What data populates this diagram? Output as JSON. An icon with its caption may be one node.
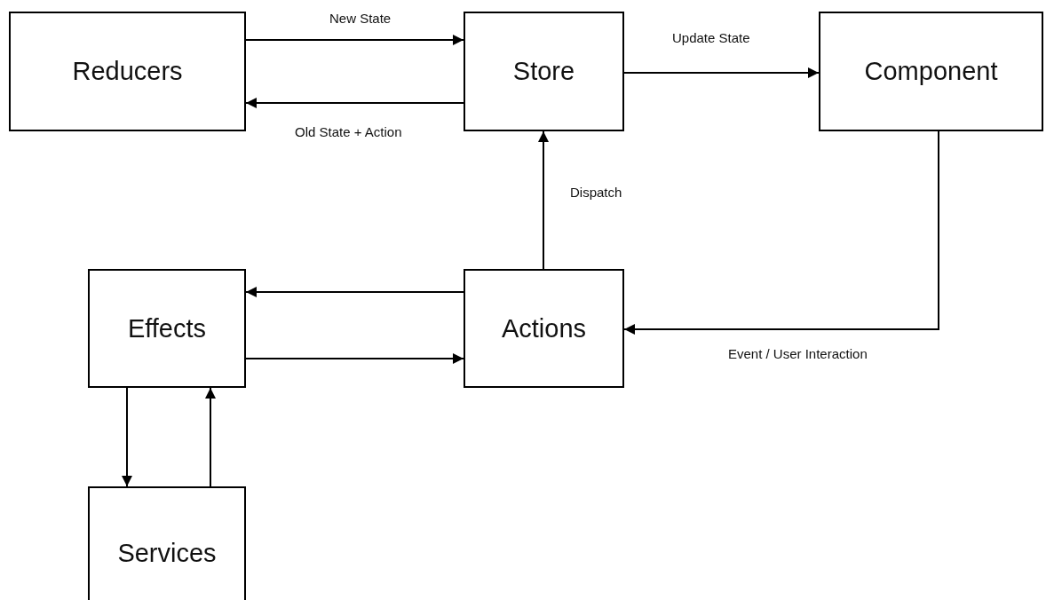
{
  "diagram": {
    "nodes": [
      {
        "text": [
          "Reducers"
        ]
      },
      {
        "text": [
          "Store"
        ]
      },
      {
        "text": [
          "Component"
        ]
      },
      {
        "text": [
          "Effects"
        ]
      },
      {
        "text": [
          "Actions"
        ]
      },
      {
        "text": [
          "Services"
        ]
      }
    ],
    "edges": [
      {
        "from": 0,
        "to": 1,
        "arrow": "to",
        "label": "New State"
      },
      {
        "from": 1,
        "to": 0,
        "arrow": "to",
        "label": "Old State + Action"
      },
      {
        "from": 1,
        "to": 2,
        "arrow": "to",
        "label": "Update State"
      },
      {
        "from": 4,
        "to": 1,
        "arrow": "to",
        "label": "Dispatch"
      },
      {
        "from": 2,
        "to": 4,
        "arrow": "to",
        "label": "Event / User Interaction"
      },
      {
        "from": 4,
        "to": 3,
        "arrow": "to"
      },
      {
        "from": 3,
        "to": 4,
        "arrow": "to"
      },
      {
        "from": 3,
        "to": 5,
        "arrow": "to"
      },
      {
        "from": 5,
        "to": 3,
        "arrow": "to"
      }
    ]
  }
}
